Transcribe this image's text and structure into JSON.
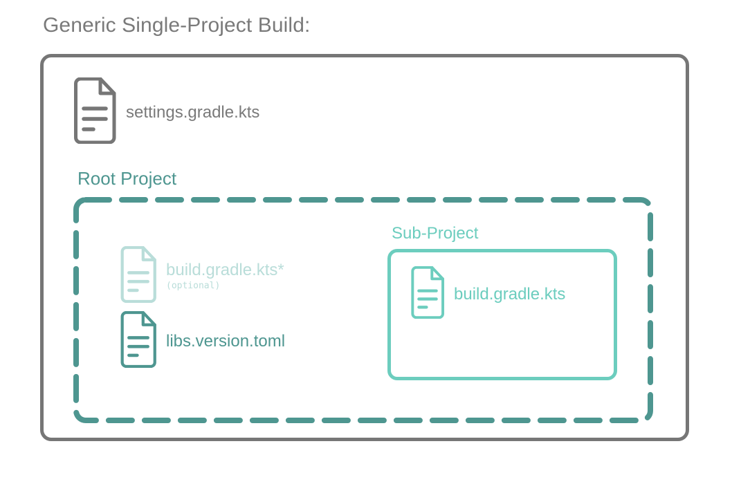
{
  "title": "Generic Single-Project Build:",
  "colors": {
    "title_gray": "#7a7a7a",
    "outer_border_gray": "#767676",
    "root_project_teal": "#4e9690",
    "sub_project_mint": "#6ccdbe",
    "optional_faded": "#b9ddd9",
    "background": "#ffffff"
  },
  "build_container": {
    "files": [
      {
        "icon": "file-document-icon",
        "label": "settings.gradle.kts",
        "sublabel": "",
        "color": "gray"
      }
    ]
  },
  "root_project": {
    "label": "Root Project",
    "border_style": "dashed",
    "files": [
      {
        "icon": "file-document-icon",
        "label": "build.gradle.kts*",
        "sublabel": "(optional)",
        "color": "faded"
      },
      {
        "icon": "file-document-icon",
        "label": "libs.version.toml",
        "sublabel": "",
        "color": "teal"
      }
    ]
  },
  "sub_project": {
    "label": "Sub-Project",
    "border_style": "solid",
    "files": [
      {
        "icon": "file-document-icon",
        "label": "build.gradle.kts",
        "sublabel": "",
        "color": "mint"
      }
    ]
  }
}
